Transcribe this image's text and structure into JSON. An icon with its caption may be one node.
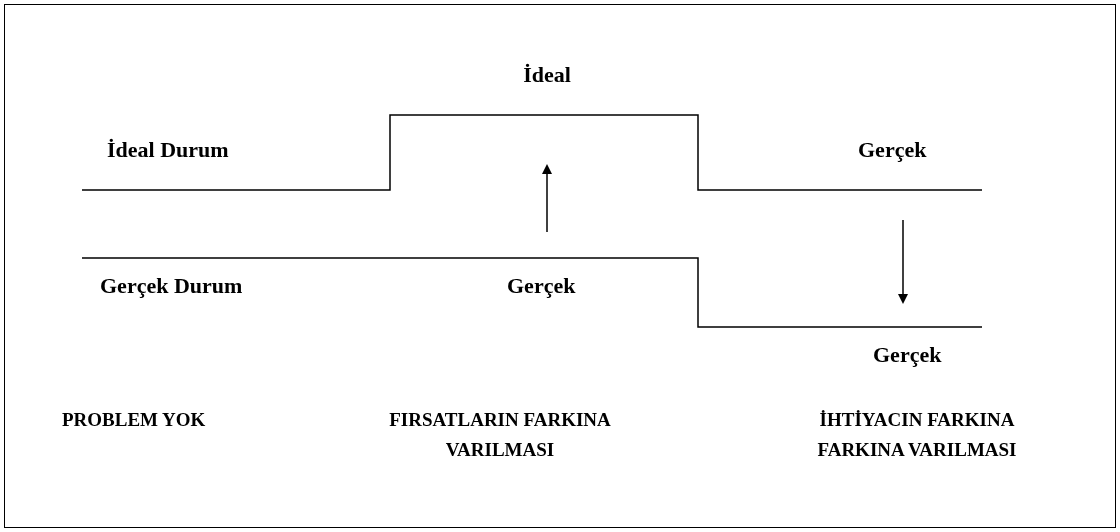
{
  "diagram": {
    "labels": [
      "İdeal",
      "İdeal Durum",
      "Gerçek",
      "Gerçek Durum",
      "Gerçek",
      "Gerçek",
      "PROBLEM YOK",
      "FIRSATLARIN FARKINA VARILMASI",
      "İHTİYACIN FARKINA FARKINA VARILMASI"
    ]
  }
}
